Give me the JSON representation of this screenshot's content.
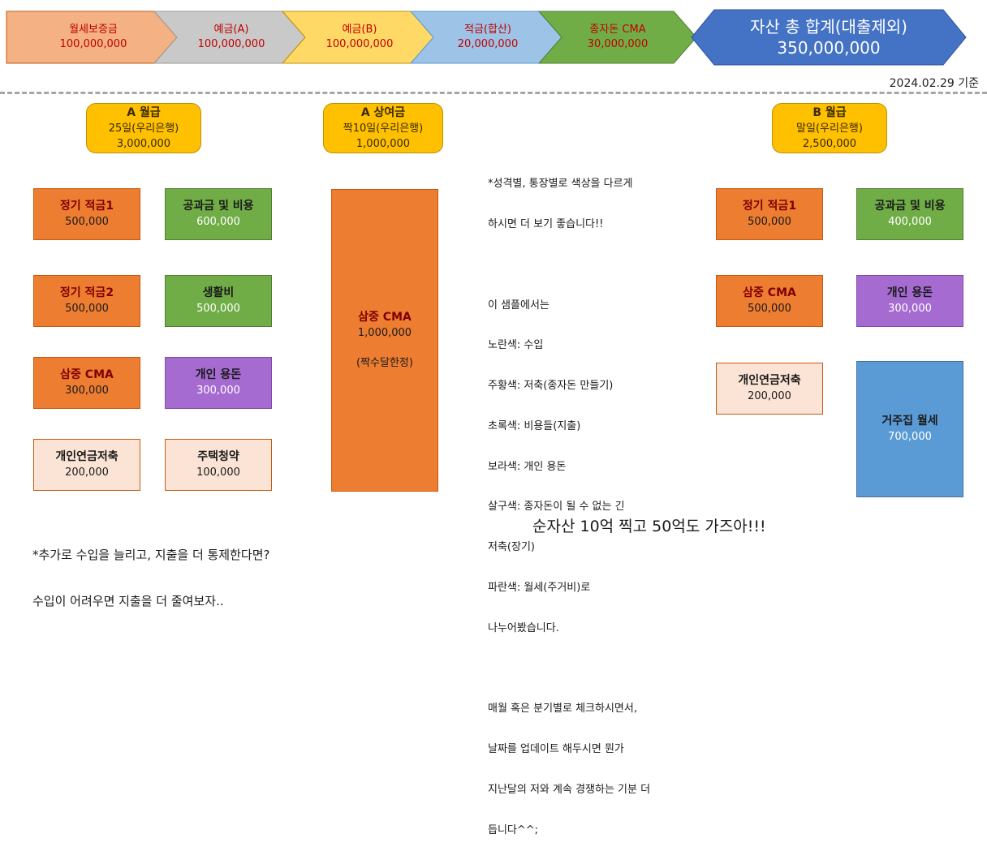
{
  "chevrons": [
    {
      "label": "월세보증금",
      "value": "100,000,000",
      "fill": "#f4b183"
    },
    {
      "label": "예금(A)",
      "value": "100,000,000",
      "fill": "#c9c9c9"
    },
    {
      "label": "예금(B)",
      "value": "100,000,000",
      "fill": "#ffd966"
    },
    {
      "label": "적금(합산)",
      "value": "20,000,000",
      "fill": "#9dc3e6"
    },
    {
      "label": "종자돈 CMA",
      "value": "30,000,000",
      "fill": "#70ad47"
    }
  ],
  "total": {
    "label": "자산 총 합계(대출제외)",
    "value": "350,000,000",
    "fill": "#4472c4"
  },
  "date": "2024.02.29 기준",
  "income": {
    "a_salary": {
      "title": "A 월급",
      "date": "25일(우리은행)",
      "amount": "3,000,000"
    },
    "a_bonus": {
      "title": "A 상여금",
      "date": "짝10일(우리은행)",
      "amount": "1,000,000"
    },
    "b_salary": {
      "title": "B 월급",
      "date": "말일(우리은행)",
      "amount": "2,500,000"
    }
  },
  "a_items": [
    {
      "title": "정기 적금1",
      "amount": "500,000"
    },
    {
      "title": "공과금 및 비용",
      "amount": "600,000"
    },
    {
      "title": "정기 적금2",
      "amount": "500,000"
    },
    {
      "title": "생활비",
      "amount": "500,000"
    },
    {
      "title": "삼중 CMA",
      "amount": "300,000"
    },
    {
      "title": "개인 용돈",
      "amount": "300,000"
    },
    {
      "title": "개인연금저축",
      "amount": "200,000"
    },
    {
      "title": "주택청약",
      "amount": "100,000"
    }
  ],
  "bonus_item": {
    "title": "삼중 CMA",
    "amount": "1,000,000",
    "note": "(짝수달한정)"
  },
  "b_items": [
    {
      "title": "정기 적금1",
      "amount": "500,000"
    },
    {
      "title": "공과금 및 비용",
      "amount": "400,000"
    },
    {
      "title": "삼중 CMA",
      "amount": "500,000"
    },
    {
      "title": "개인 용돈",
      "amount": "300,000"
    },
    {
      "title": "개인연금저축",
      "amount": "200,000"
    },
    {
      "title": "거주집 월세",
      "amount": "700,000"
    }
  ],
  "note_lines": [
    "*성격별, 통장별로 색상을 다르게",
    "하시면 더 보기 좋습니다!!",
    "",
    "이 샘플에서는",
    "노란색: 수입",
    "주황색: 저축(종자돈 만들기)",
    "초록색: 비용들(지출)",
    "보라색: 개인 용돈",
    "살구색: 종자돈이 될 수 없는 긴",
    "저축(장기)",
    "파란색: 월세(주거비)로",
    "나누어봤습니다.",
    "",
    "매월 혹은 분기별로 체크하시면서,",
    "날짜를 업데이트 해두시면 뭔가",
    "지난달의 저와 계속 경쟁하는 기분 더",
    "듭니다^^;"
  ],
  "footer_lines": [
    "*추가로 수입을 늘리고, 지출을 더 통제한다면?",
    "수입이 어려우면 지출을 더 줄여보자.."
  ],
  "slogan": "순자산 10억 찍고 50억도 가즈아!!!"
}
